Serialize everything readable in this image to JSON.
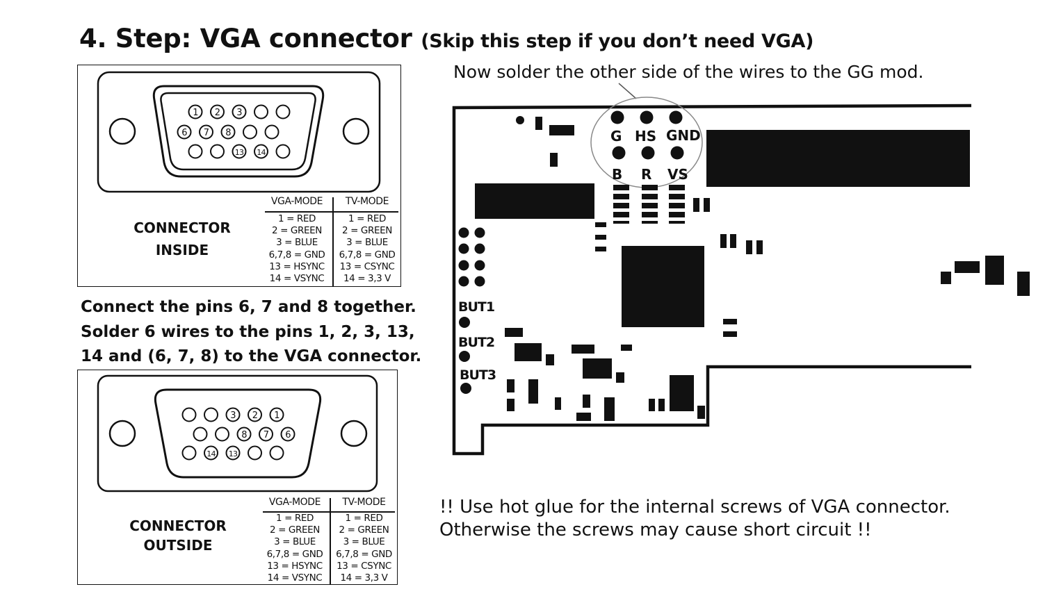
{
  "title": {
    "main": "4. Step: VGA connector",
    "sub": "(Skip this step if you don’t need VGA)"
  },
  "connector_inside": {
    "label_line1": "CONNECTOR",
    "label_line2": "INSIDE",
    "pin_rows": [
      [
        "1",
        "2",
        "3",
        "",
        ""
      ],
      [
        "6",
        "7",
        "8",
        "",
        ""
      ],
      [
        "",
        "",
        "13",
        "14",
        ""
      ]
    ],
    "vga_header": "VGA-MODE",
    "tv_header": "TV-MODE",
    "vga_rows": [
      "1 = RED",
      "2 = GREEN",
      "3 = BLUE",
      "6,7,8 = GND",
      "13 = HSYNC",
      "14 = VSYNC"
    ],
    "tv_rows": [
      "1 = RED",
      "2 = GREEN",
      "3 = BLUE",
      "6,7,8 = GND",
      "13 = CSYNC",
      "14 = 3,3 V"
    ]
  },
  "connector_outside": {
    "label_line1": "CONNECTOR",
    "label_line2": "OUTSIDE",
    "pin_rows": [
      [
        "",
        "",
        "3",
        "2",
        "1"
      ],
      [
        "",
        "",
        "8",
        "7",
        "6"
      ],
      [
        "",
        "14",
        "13",
        "",
        ""
      ]
    ],
    "vga_header": "VGA-MODE",
    "tv_header": "TV-MODE",
    "vga_rows": [
      "1 = RED",
      "2 = GREEN",
      "3 = BLUE",
      "6,7,8 = GND",
      "13 = HSYNC",
      "14 = VSYNC"
    ],
    "tv_rows": [
      "1 = RED",
      "2 = GREEN",
      "3 = BLUE",
      "6,7,8 = GND",
      "13 = CSYNC",
      "14 = 3,3 V"
    ]
  },
  "instructions": {
    "line1": "Connect the pins 6, 7 and 8 together.",
    "line2": "Solder 6 wires to the pins 1, 2, 3, 13,",
    "line3": "14 and (6, 7, 8) to the VGA connector."
  },
  "solder_note": "Now solder the other side of the wires to the GG mod.",
  "pcb": {
    "pad_labels_top": [
      "G",
      "HS",
      "GND"
    ],
    "pad_labels_bottom": [
      "B",
      "R",
      "VS"
    ],
    "buttons": [
      "BUT1",
      "BUT2",
      "BUT3"
    ]
  },
  "warning": {
    "line1": "!! Use hot glue for the internal screws of VGA connector.",
    "line2": "Otherwise the screws may cause short circuit !!"
  }
}
